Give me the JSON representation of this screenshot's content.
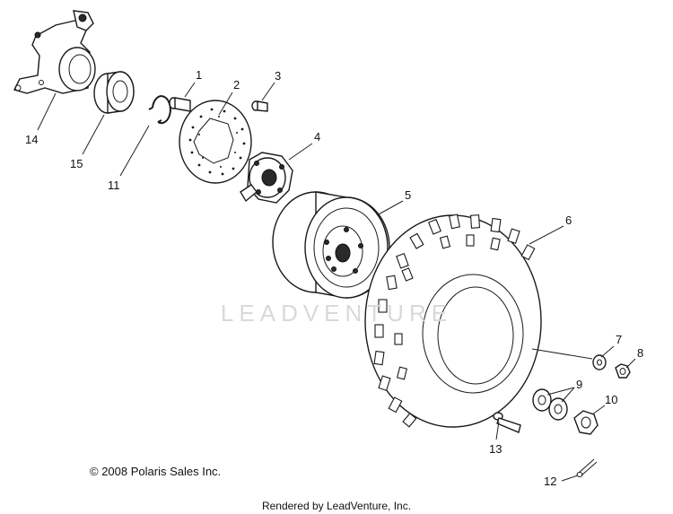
{
  "diagram": {
    "watermark": "LEADVENTURE",
    "copyright": "© 2008 Polaris Sales Inc.",
    "rendered_by": "Rendered by LeadVenture, Inc.",
    "callouts": [
      "1",
      "2",
      "3",
      "4",
      "5",
      "6",
      "7",
      "8",
      "9",
      "10",
      "11",
      "12",
      "13",
      "14",
      "15"
    ]
  }
}
